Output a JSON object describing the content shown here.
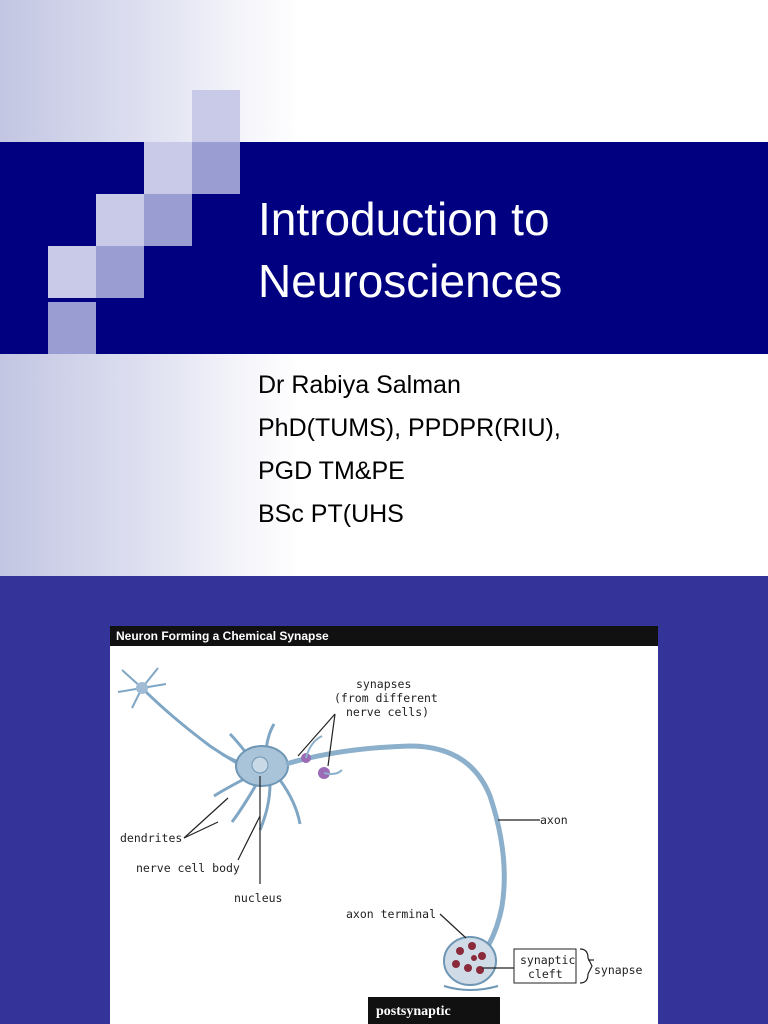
{
  "slide1": {
    "title_lines": [
      "Introduction to",
      "Neurosciences"
    ],
    "subtitle_lines": [
      "Dr Rabiya Salman",
      "PhD(TUMS), PPDPR(RIU),",
      "PGD TM&PE",
      "BSc PT(UHS"
    ],
    "colors": {
      "band": "#000080",
      "square_light": "#c8cae8",
      "square_mid": "#9a9dd2",
      "title_text": "#ffffff"
    }
  },
  "slide2": {
    "background_color": "#333399",
    "figure": {
      "header": "Neuron Forming a Chemical Synapse",
      "labels": {
        "synapses_line1": "synapses",
        "synapses_line2": "(from different",
        "synapses_line3": "nerve cells)",
        "axon": "axon",
        "dendrites": "dendrites",
        "nerve_cell_body": "nerve cell body",
        "nucleus": "nucleus",
        "axon_terminal": "axon terminal",
        "synaptic": "synaptic",
        "cleft": "cleft",
        "synapse": "synapse"
      },
      "postsynaptic_label": "postsynaptic"
    }
  }
}
